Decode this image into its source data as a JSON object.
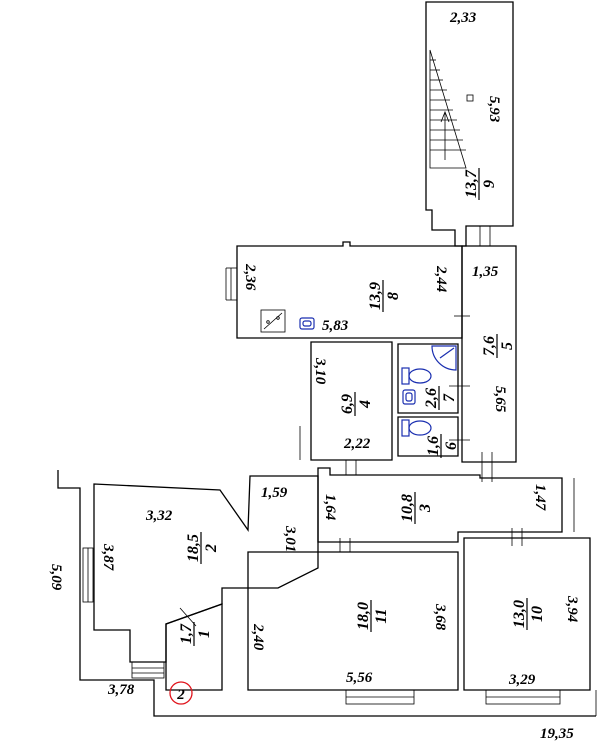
{
  "plan": {
    "overall_width": "19,35",
    "marker_number": "2",
    "colors": {
      "lines": "#000000",
      "fixtures": "#1a2fb0",
      "marker": "#e0141c"
    },
    "icons": [
      "staircase-icon",
      "electrical-panel-icon",
      "sink-icon",
      "shower-icon",
      "toilet-icon"
    ],
    "rooms": [
      {
        "num": "1",
        "area": "1,7"
      },
      {
        "num": "2",
        "area": "18,5"
      },
      {
        "num": "3",
        "area": "10,8"
      },
      {
        "num": "4",
        "area": "6,9"
      },
      {
        "num": "5",
        "area": "7,6"
      },
      {
        "num": "6",
        "area": "1,6"
      },
      {
        "num": "7",
        "area": "2,6"
      },
      {
        "num": "8",
        "area": "13,9"
      },
      {
        "num": "9",
        "area": "13,7"
      },
      {
        "num": "10",
        "area": "13,0"
      },
      {
        "num": "11",
        "area": "18,0"
      }
    ],
    "dims": [
      "2,33",
      "5,93",
      "2,36",
      "2,44",
      "5,83",
      "1,35",
      "3,10",
      "5,65",
      "2,22",
      "1,59",
      "1,64",
      "1,47",
      "3,32",
      "3,87",
      "3,01",
      "5,09",
      "3,68",
      "3,94",
      "2,40",
      "3,78",
      "5,56",
      "3,29"
    ]
  }
}
